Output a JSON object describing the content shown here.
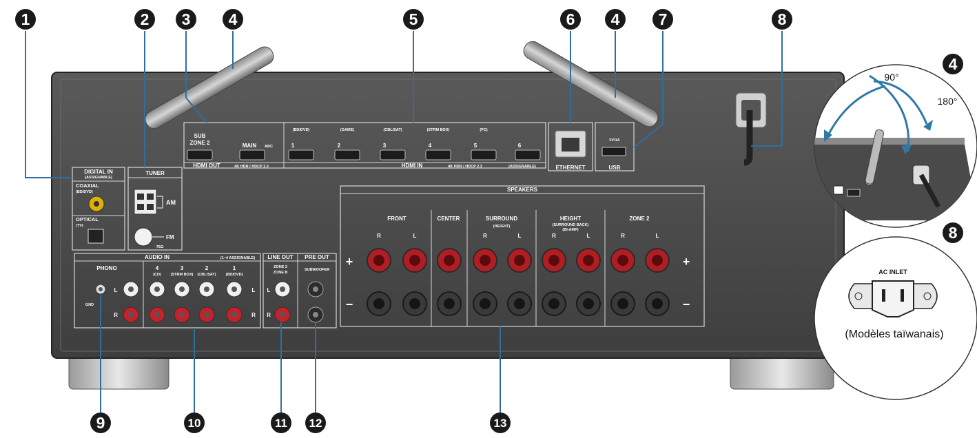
{
  "callouts": [
    "1",
    "2",
    "3",
    "4",
    "5",
    "6",
    "4",
    "7",
    "8",
    "9",
    "10",
    "11",
    "12",
    "13",
    "4",
    "8"
  ],
  "panel": {
    "digital_in": "DIGITAL IN",
    "digital_in_sub": "(ASSIGNABLE)",
    "coaxial": "COAXIAL",
    "coaxial_sub": "(BD/DVD)",
    "optical": "OPTICAL",
    "optical_sub": "(TV)",
    "tuner": "TUNER",
    "am": "AM",
    "fm": "FM",
    "fm_ohm": "75Ω",
    "sub_zone2": "SUB",
    "sub_zone2_b": "ZONE 2",
    "main_arc": "MAIN",
    "arc": "ARC",
    "hdmi_out": "HDMI OUT",
    "hdmi_out_spec": "4K HDR / HDCP 2.3",
    "hdmi_in_sources": [
      "(BD/DVD)",
      "(GAME)",
      "(CBL/SAT)",
      "(STRM BOX)",
      "(PC)",
      ""
    ],
    "hdmi_in_numbers": [
      "1",
      "2",
      "3",
      "4",
      "5",
      "6"
    ],
    "hdmi_in": "HDMI IN",
    "hdmi_in_spec": "4K HDR / HDCP 2.3",
    "hdmi_in_assign": "(ASSIGNABLE)",
    "ethernet": "ETHERNET",
    "usb_rating": "5V/1A",
    "usb": "USB",
    "audio_in": "AUDIO IN",
    "audio_in_assign": "(1~4 ASSIGNABLE)",
    "phono": "PHONO",
    "gnd": "GND",
    "audio_in_numbers": [
      "4",
      "3",
      "2",
      "1"
    ],
    "audio_in_sources": [
      "(CD)",
      "(STRM BOX)",
      "(CBL/SAT)",
      "(BD/DVD)"
    ],
    "ch_l": "L",
    "ch_r": "R",
    "line_out": "LINE OUT",
    "zone2": "ZONE 2",
    "zone_b": "ZONE B",
    "pre_out": "PRE OUT",
    "subwoofer": "SUBWOOFER",
    "speakers": "SPEAKERS",
    "spk_front": "FRONT",
    "spk_center": "CENTER",
    "spk_surround": "SURROUND",
    "spk_surround_sub": "(HEIGHT)",
    "spk_height": "HEIGHT",
    "spk_height_sub": "(SURROUND BACK)",
    "spk_height_sub2": "(BI-AMP)",
    "spk_zone2": "ZONE 2",
    "plus": "+",
    "minus": "−"
  },
  "inset_antenna": {
    "angle_90": "90°",
    "angle_180": "180°"
  },
  "inset_ac": {
    "ac_inlet": "AC INLET",
    "model_note": "(Modèles taïwanais)"
  }
}
